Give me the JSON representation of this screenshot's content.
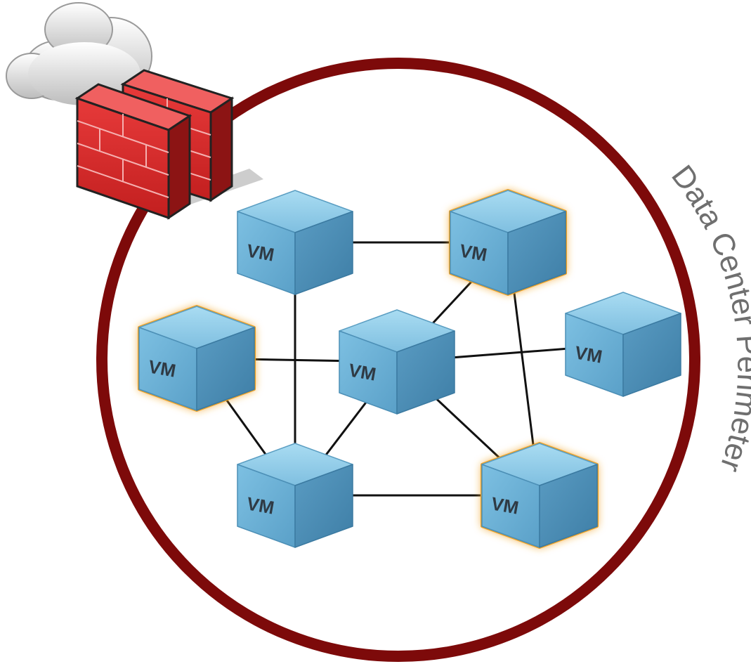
{
  "diagram": {
    "perimeter_label": "Data Center Perimeter",
    "vm_label": "VM",
    "nodes": [
      {
        "id": "vm-top-left",
        "label": "VM",
        "highlighted": false
      },
      {
        "id": "vm-top-right",
        "label": "VM",
        "highlighted": true
      },
      {
        "id": "vm-middle-left",
        "label": "VM",
        "highlighted": true
      },
      {
        "id": "vm-center",
        "label": "VM",
        "highlighted": false
      },
      {
        "id": "vm-middle-right",
        "label": "VM",
        "highlighted": false
      },
      {
        "id": "vm-bottom-left",
        "label": "VM",
        "highlighted": false
      },
      {
        "id": "vm-bottom-right",
        "label": "VM",
        "highlighted": true
      }
    ],
    "links": [
      [
        "vm-top-left",
        "vm-top-right"
      ],
      [
        "vm-top-left",
        "vm-bottom-left"
      ],
      [
        "vm-top-right",
        "vm-center"
      ],
      [
        "vm-top-right",
        "vm-bottom-right"
      ],
      [
        "vm-middle-left",
        "vm-center"
      ],
      [
        "vm-middle-left",
        "vm-bottom-left"
      ],
      [
        "vm-center",
        "vm-middle-right"
      ],
      [
        "vm-center",
        "vm-bottom-left"
      ],
      [
        "vm-center",
        "vm-bottom-right"
      ],
      [
        "vm-bottom-left",
        "vm-bottom-right"
      ]
    ],
    "icons": [
      "cloud-icon",
      "firewall-icon",
      "vm-cube-icon"
    ],
    "colors": {
      "perimeter": "#7d0a0a",
      "perimeter_text": "#6f6f6f",
      "vm_top": "#8fcbe8",
      "vm_left": "#6fb2d6",
      "vm_right": "#4f90b8",
      "vm_glow": "#f0a020",
      "firewall": "#d92b2b",
      "link": "#111111"
    }
  }
}
